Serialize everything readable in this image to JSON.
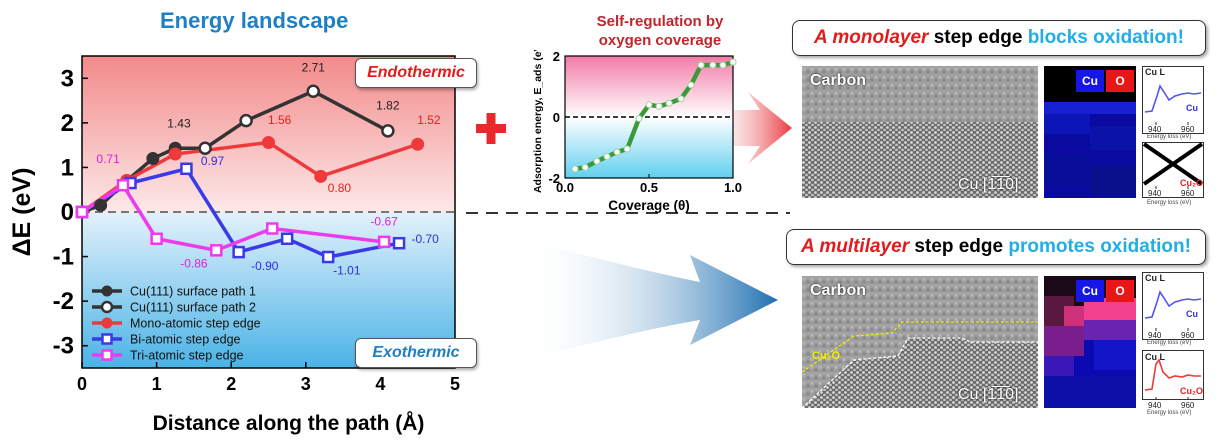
{
  "left_panel": {
    "title": "Energy landscape",
    "endothermic_label": "Endothermic",
    "exothermic_label": "Exothermic"
  },
  "self_regulation": {
    "title_line1": "Self-regulation by",
    "title_line2": "oxygen coverage"
  },
  "right_panel": {
    "monolayer": {
      "prefix": "A monolayer",
      "middle": " step edge ",
      "suffix": "blocks oxidation!",
      "image_label": "Carbon",
      "zone_label": "Cu [1̅1̅0]"
    },
    "multilayer": {
      "prefix": "A multilayer",
      "middle": " step edge ",
      "suffix": "promotes oxidation!",
      "image_label": "Carbon",
      "zone_label": "Cu [1̅1̅0]",
      "oxide_label": "Cu₂O"
    },
    "map_legend": {
      "cu": "Cu",
      "o": "O"
    },
    "eels_top": {
      "title": "Cu L",
      "species": "Cu",
      "xticks": [
        "940",
        "960"
      ],
      "xlabel": "Energy loss (eV)"
    },
    "eels_cu2o": {
      "title": "Cu L",
      "species": "Cu₂O",
      "xticks": [
        "940",
        "960"
      ],
      "xlabel": "Energy loss (eV)"
    },
    "eels_crossed": {
      "species": "Cu₂O",
      "xticks": [
        "940",
        "960"
      ],
      "xlabel": "Energy loss (eV)"
    }
  },
  "chart_data": [
    {
      "type": "line",
      "title": "Energy landscape",
      "xlabel": "Distance along the path (Å)",
      "ylabel": "ΔE (eV)",
      "xlim": [
        0,
        5
      ],
      "ylim": [
        -3.5,
        3.5
      ],
      "xticks": [
        "0",
        "1",
        "2",
        "3",
        "4",
        "5"
      ],
      "yticks": [
        "3",
        "2",
        "1",
        "0",
        "-1",
        "-2",
        "-3"
      ],
      "legend_position": "bottom-left",
      "series": [
        {
          "name": "Cu(111) surface path 1",
          "color": "#333333",
          "marker": "filled-circle",
          "x": [
            0,
            0.25,
            0.6,
            0.95,
            1.25,
            1.65
          ],
          "y": [
            0,
            0.15,
            0.7,
            1.2,
            1.43,
            1.43
          ]
        },
        {
          "name": "Cu(111) surface path 2",
          "color": "#333333",
          "marker": "open-circle",
          "x": [
            1.65,
            2.2,
            3.1,
            4.1
          ],
          "y": [
            1.43,
            2.05,
            2.71,
            1.82
          ]
        },
        {
          "name": "Mono-atomic step edge",
          "color": "#ee3a3a",
          "marker": "filled-circle",
          "x": [
            0,
            0.6,
            1.25,
            2.5,
            3.2,
            4.5
          ],
          "y": [
            0,
            0.71,
            1.3,
            1.56,
            0.8,
            1.52
          ]
        },
        {
          "name": "Bi-atomic step edge",
          "color": "#3a3ae8",
          "marker": "open-square",
          "x": [
            0,
            0.65,
            1.4,
            2.1,
            2.75,
            3.3,
            4.25
          ],
          "y": [
            0,
            0.65,
            0.97,
            -0.9,
            -0.6,
            -1.01,
            -0.7
          ]
        },
        {
          "name": "Tri-atomic step edge",
          "color": "#ee3aee",
          "marker": "open-square",
          "x": [
            0,
            0.55,
            1.0,
            1.8,
            2.55,
            4.05
          ],
          "y": [
            0,
            0.6,
            -0.6,
            -0.86,
            -0.37,
            -0.67
          ]
        }
      ],
      "annotations": [
        {
          "text": "2.71",
          "x": 3.1,
          "y": 3.15,
          "color": "#222222"
        },
        {
          "text": "1.82",
          "x": 4.1,
          "y": 2.3,
          "color": "#222222"
        },
        {
          "text": "1.43",
          "x": 1.3,
          "y": 1.9,
          "color": "#222222"
        },
        {
          "text": "1.56",
          "x": 2.65,
          "y": 1.97,
          "color": "#e32020"
        },
        {
          "text": "1.52",
          "x": 4.65,
          "y": 1.97,
          "color": "#e32020"
        },
        {
          "text": "0.80",
          "x": 3.45,
          "y": 0.45,
          "color": "#e32020"
        },
        {
          "text": "0.71",
          "x": 0.35,
          "y": 1.1,
          "color": "#e020e0"
        },
        {
          "text": "0.97",
          "x": 1.75,
          "y": 1.05,
          "color": "#2f2fdd"
        },
        {
          "text": "-0.86",
          "x": 1.5,
          "y": -1.25,
          "color": "#e020e0"
        },
        {
          "text": "-0.90",
          "x": 2.45,
          "y": -1.3,
          "color": "#2f2fdd"
        },
        {
          "text": "-1.01",
          "x": 3.55,
          "y": -1.4,
          "color": "#2f2fdd"
        },
        {
          "text": "-0.67",
          "x": 4.05,
          "y": -0.3,
          "color": "#e020e0"
        },
        {
          "text": "-0.70",
          "x": 4.6,
          "y": -0.7,
          "color": "#2f2fdd"
        }
      ]
    },
    {
      "type": "line",
      "title": "Self-regulation by oxygen coverage",
      "xlabel": "Coverage (θ)",
      "ylabel": "Adsorption energy, E_ads (eV)",
      "xlim": [
        0,
        1.0
      ],
      "ylim": [
        -2,
        2
      ],
      "xticks": [
        "0.0",
        "0.5",
        "1.0"
      ],
      "yticks": [
        "2",
        "0",
        "-2"
      ],
      "series": [
        {
          "color": "#3a9a3a",
          "marker": "open-circle",
          "x": [
            0.06,
            0.12,
            0.19,
            0.25,
            0.31,
            0.37,
            0.44,
            0.5,
            0.56,
            0.62,
            0.69,
            0.75,
            0.81,
            0.88,
            0.94,
            1.0
          ],
          "y": [
            -1.7,
            -1.65,
            -1.45,
            -1.3,
            -1.15,
            -1.05,
            -0.05,
            0.4,
            0.35,
            0.45,
            0.6,
            1.05,
            1.7,
            1.7,
            1.7,
            1.8
          ]
        }
      ]
    }
  ]
}
